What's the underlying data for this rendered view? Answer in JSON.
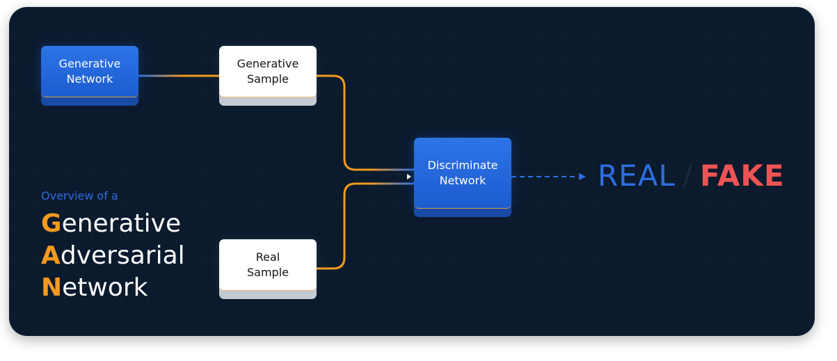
{
  "nodes": {
    "generative_network": "Generative\nNetwork",
    "generative_sample": "Generative\nSample",
    "real_sample": "Real\nSample",
    "discriminate_network": "Discriminate\nNetwork"
  },
  "title": {
    "overview": "Overview of a",
    "lines": [
      {
        "initial": "G",
        "rest": "enerative"
      },
      {
        "initial": "A",
        "rest": "dversarial"
      },
      {
        "initial": "N",
        "rest": "etwork"
      }
    ]
  },
  "result": {
    "real": "REAL",
    "separator": "/",
    "fake": "FAKE"
  },
  "colors": {
    "background": "#0b1a2d",
    "accent_blue": "#2c6fe0",
    "accent_orange": "#f39a1f",
    "fake_red": "#ef5454"
  }
}
